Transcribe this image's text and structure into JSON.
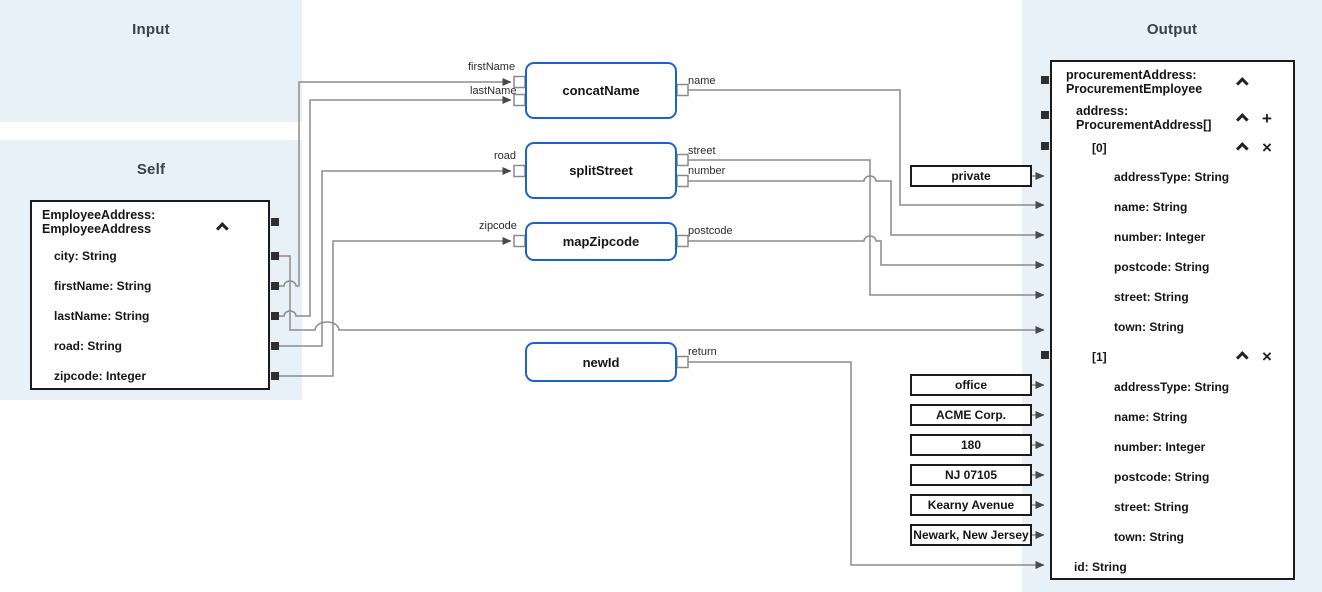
{
  "panels": {
    "input_title": "Input",
    "self_title": "Self",
    "output_title": "Output"
  },
  "source_box": {
    "title_line1": "EmployeeAddress:",
    "title_line2": "EmployeeAddress",
    "fields": [
      "city: String",
      "firstName: String",
      "lastName: String",
      "road: String",
      "zipcode: Integer"
    ]
  },
  "functions": [
    {
      "name": "concatName",
      "input_ports": [
        "firstName",
        "lastName"
      ],
      "output_ports": [
        "name"
      ]
    },
    {
      "name": "splitStreet",
      "input_ports": [
        "road"
      ],
      "output_ports": [
        "street",
        "number"
      ]
    },
    {
      "name": "mapZipcode",
      "input_ports": [
        "zipcode"
      ],
      "output_ports": [
        "postcode"
      ]
    },
    {
      "name": "newId",
      "input_ports": [],
      "output_ports": [
        "return"
      ]
    }
  ],
  "constants": [
    "private",
    "office",
    "ACME Corp.",
    "180",
    "NJ 07105",
    "Kearny Avenue",
    "Newark, New Jersey"
  ],
  "target_box": {
    "root_line1": "procurementAddress:",
    "root_line2": "ProcurementEmployee",
    "address_line1": "address:",
    "address_line2": "ProcurementAddress[]",
    "element0_label": "[0]",
    "element1_label": "[1]",
    "element_fields": [
      "addressType: String",
      "name: String",
      "number: Integer",
      "postcode: String",
      "street: String",
      "town: String"
    ],
    "id_field": "id: String"
  },
  "icons": {
    "collapse": "chevron-up-icon",
    "add": "plus-icon",
    "remove": "x-icon",
    "add_glyph": "+",
    "remove_glyph": "×"
  },
  "colors": {
    "panel_bg": "#e8f1f8",
    "function_border": "#1a63c8",
    "box_border": "#1b1b1b",
    "connector": "#8c8c8c",
    "text": "#151515"
  }
}
